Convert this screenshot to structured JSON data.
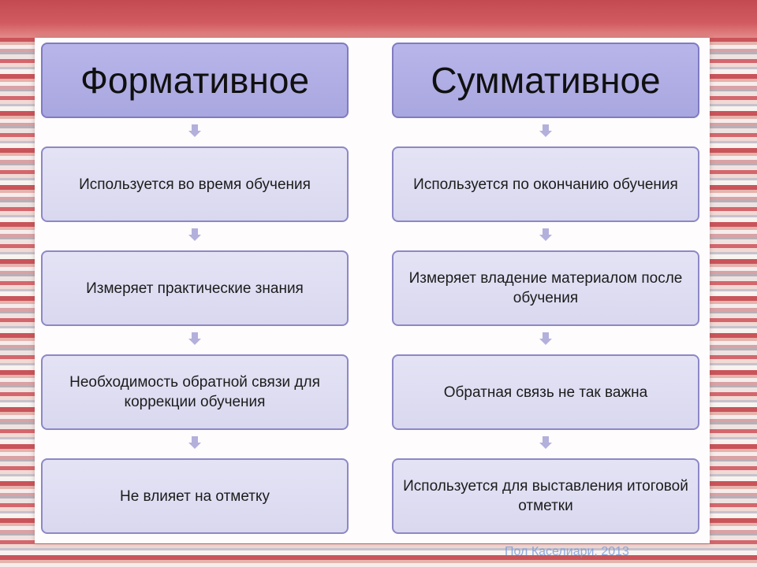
{
  "formative": {
    "title": "Формативное",
    "items": [
      "Используется во время обучения",
      "Измеряет практические знания",
      "Необходимость обратной связи для коррекции обучения",
      "Не влияет на отметку"
    ]
  },
  "summative": {
    "title": "Суммативное",
    "items": [
      "Используется по окончанию обучения",
      "Измеряет владение материалом после обучения",
      "Обратная связь не так важна",
      "Используется для выставления итоговой отметки"
    ]
  },
  "footer": {
    "credit": "Пол Каселиари, 2013"
  },
  "colors": {
    "header_fill": "#b7b5e9",
    "box_fill": "#dcdbf1",
    "border": "#8c88c6",
    "arrow": "#b3b0dc",
    "footer_text": "#6f95d9"
  }
}
